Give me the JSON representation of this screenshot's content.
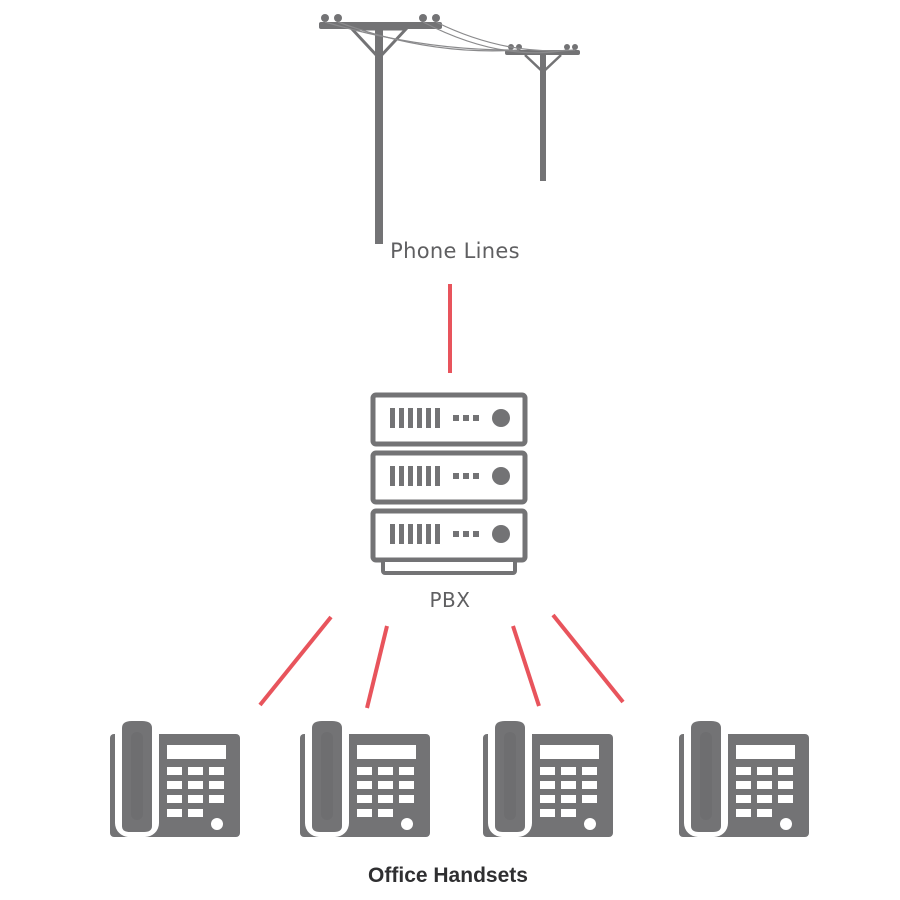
{
  "labels": {
    "phone_lines": "Phone Lines",
    "pbx": "PBX",
    "office_handsets": "Office Handsets"
  },
  "colors": {
    "icon_gray": "#737375",
    "icon_gray_dark": "#6e6e70",
    "connector_red": "#e8545c",
    "label_gray": "#5f5f61",
    "label_dark": "#2f2f31",
    "background": "#ffffff"
  },
  "icons": {
    "utility": "utility-poles-icon",
    "server": "pbx-server-icon",
    "phone": "desk-phone-icon"
  },
  "handsets": [
    {
      "name": "handset-1"
    },
    {
      "name": "handset-2"
    },
    {
      "name": "handset-3"
    },
    {
      "name": "handset-4"
    }
  ]
}
